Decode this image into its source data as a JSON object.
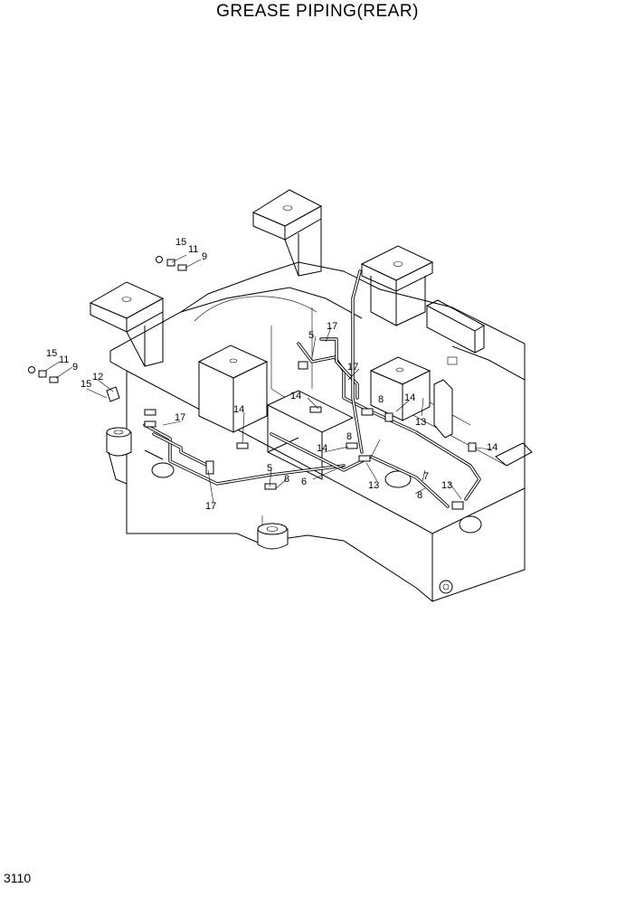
{
  "title": "GREASE PIPING(REAR)",
  "page_number": "3110",
  "callouts": [
    {
      "id": "c1",
      "text": "15"
    },
    {
      "id": "c2",
      "text": "11"
    },
    {
      "id": "c3",
      "text": "9"
    },
    {
      "id": "c4",
      "text": "15"
    },
    {
      "id": "c5",
      "text": "11"
    },
    {
      "id": "c6",
      "text": "9"
    },
    {
      "id": "c7",
      "text": "12"
    },
    {
      "id": "c8",
      "text": "15"
    },
    {
      "id": "c9",
      "text": "17"
    },
    {
      "id": "c10",
      "text": "17"
    },
    {
      "id": "c11",
      "text": "5"
    },
    {
      "id": "c12",
      "text": "17"
    },
    {
      "id": "c13",
      "text": "17"
    },
    {
      "id": "c14",
      "text": "14"
    },
    {
      "id": "c15",
      "text": "14"
    },
    {
      "id": "c16",
      "text": "8"
    },
    {
      "id": "c17",
      "text": "14"
    },
    {
      "id": "c18",
      "text": "13"
    },
    {
      "id": "c19",
      "text": "14"
    },
    {
      "id": "c20",
      "text": "8"
    },
    {
      "id": "c21",
      "text": "14"
    },
    {
      "id": "c22",
      "text": "13"
    },
    {
      "id": "c23",
      "text": "7"
    },
    {
      "id": "c24",
      "text": "13"
    },
    {
      "id": "c25",
      "text": "8"
    },
    {
      "id": "c26",
      "text": "5"
    },
    {
      "id": "c27",
      "text": "8"
    },
    {
      "id": "c28",
      "text": "6"
    }
  ]
}
